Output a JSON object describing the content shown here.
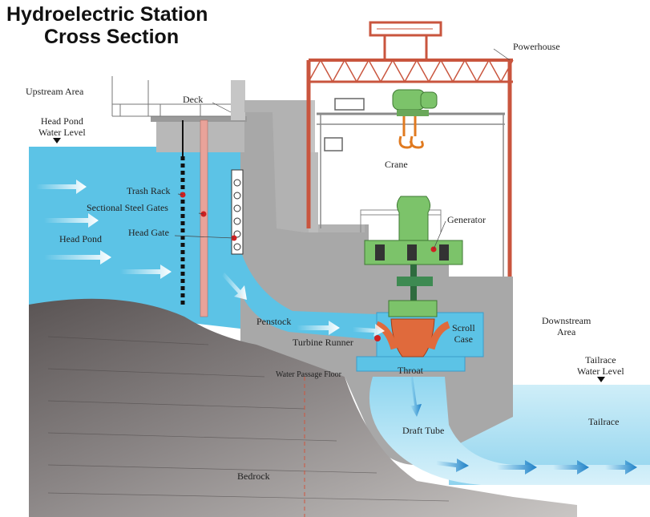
{
  "title": {
    "line1": "Hydroelectric Station",
    "line2": "Cross Section"
  },
  "labels": {
    "upstream_area": "Upstream Area",
    "head_pond_water_level": "Head Pond\nWater Level",
    "deck": "Deck",
    "powerhouse": "Powerhouse",
    "trash_rack": "Trash Rack",
    "sectional_steel_gates": "Sectional Steel Gates",
    "head_gate": "Head Gate",
    "head_pond": "Head Pond",
    "crane": "Crane",
    "generator": "Generator",
    "penstock": "Penstock",
    "turbine_runner": "Turbine Runner",
    "scroll_case": "Scroll\nCase",
    "downstream_area": "Downstream\nArea",
    "tailrace_water_level": "Tailrace\nWater Level",
    "water_passage_floor": "Water Passage Floor",
    "throat": "Throat",
    "tailrace": "Tailrace",
    "draft_tube": "Draft Tube",
    "bedrock": "Bedrock"
  },
  "colors": {
    "water": "#5cc3e6",
    "water_light": "#bde6f4",
    "concrete": "#a8a8a8",
    "bedrock_dark": "#5c5656",
    "bedrock_light": "#b4b0ae",
    "steel_red": "#d0553e",
    "generator_green": "#7cc36a",
    "runner_orange": "#e06a3c",
    "gate_pink": "#e9a39a"
  }
}
